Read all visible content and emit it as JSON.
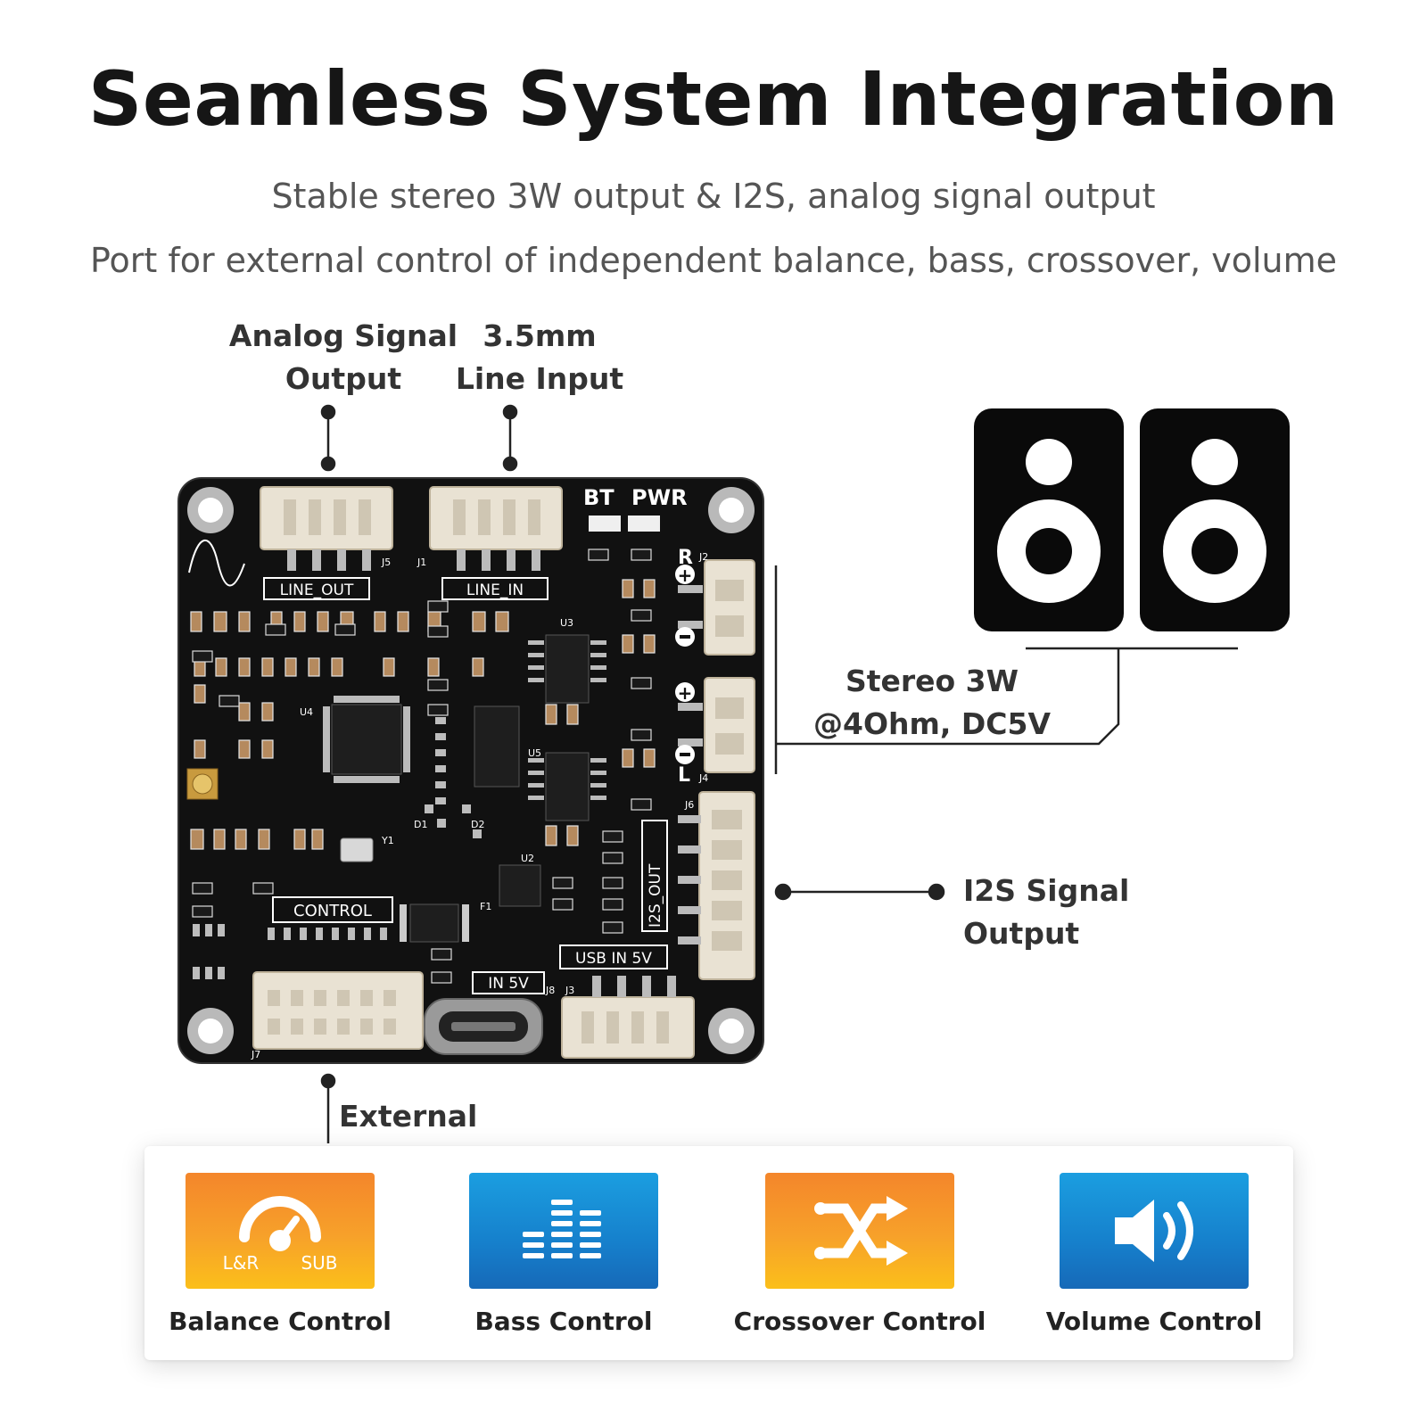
{
  "header": {
    "title": "Seamless System Integration",
    "subtitle_1": "Stable stereo 3W output & I2S, analog signal output",
    "subtitle_2": "Port for external control of independent balance, bass, crossover, volume"
  },
  "callouts": {
    "analog_line1": "Analog Signal",
    "analog_line2": "Output",
    "line_in_line1": "3.5mm",
    "line_in_line2": "Line Input",
    "stereo_line1": "Stereo 3W",
    "stereo_line2": "@4Ohm, DC5V",
    "i2s": "I2S Signal Output",
    "external": "External Control"
  },
  "board": {
    "bt": "BT",
    "pwr": "PWR",
    "line_out": "LINE_OUT",
    "line_in": "LINE_IN",
    "control": "CONTROL",
    "i2s_out": "I2S_OUT",
    "usb_in": "USB IN 5V",
    "in_5v": "IN 5V",
    "right": "R",
    "left": "L",
    "j5": "J5",
    "j1": "J1",
    "j2": "J2",
    "j4": "J4",
    "j6": "J6",
    "j7": "J7",
    "j8": "J8",
    "j3": "J3",
    "u3": "U3",
    "u4": "U4",
    "u5": "U5",
    "u2": "U2",
    "y1": "Y1",
    "d1": "D1",
    "d2": "D2",
    "f1": "F1"
  },
  "controls": [
    {
      "label": "Balance Control",
      "icon": "balance-gauge-icon",
      "sub_left": "L&R",
      "sub_right": "SUB",
      "color": "#f7a12a"
    },
    {
      "label": "Bass Control",
      "icon": "equalizer-bars-icon",
      "color": "#1680cc"
    },
    {
      "label": "Crossover Control",
      "icon": "shuffle-arrows-icon",
      "color": "#f7a12a"
    },
    {
      "label": "Volume Control",
      "icon": "speaker-volume-icon",
      "color": "#1680cc"
    }
  ]
}
